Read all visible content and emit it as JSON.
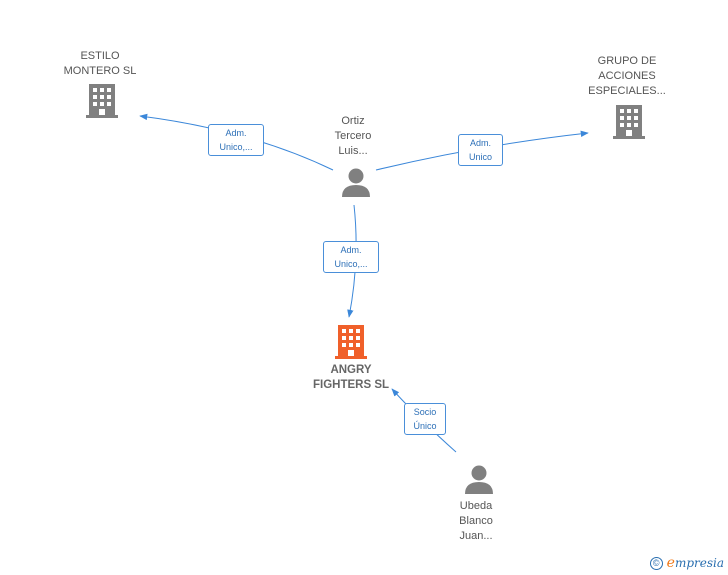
{
  "nodes": {
    "estilo": {
      "lines": [
        "ESTILO",
        "MONTERO  SL"
      ],
      "type": "company"
    },
    "grupo": {
      "lines": [
        "GRUPO DE",
        "ACCIONES",
        "ESPECIALES..."
      ],
      "type": "company"
    },
    "ortiz": {
      "lines": [
        "Ortiz",
        "Tercero",
        "Luis..."
      ],
      "type": "person"
    },
    "angry": {
      "lines": [
        "ANGRY",
        "FIGHTERS  SL"
      ],
      "type": "company",
      "highlight": true
    },
    "ubeda": {
      "lines": [
        "Ubeda",
        "Blanco",
        "Juan..."
      ],
      "type": "person"
    }
  },
  "edges": {
    "ortiz_estilo": {
      "lines": [
        "Adm.",
        "Unico,..."
      ]
    },
    "ortiz_grupo": {
      "lines": [
        "Adm.",
        "Unico"
      ]
    },
    "ortiz_angry": {
      "lines": [
        "Adm.",
        "Unico,..."
      ]
    },
    "ubeda_angry": {
      "lines": [
        "Socio",
        "Único"
      ]
    }
  },
  "colors": {
    "edge": "#3b87d9",
    "company_icon": "#808080",
    "highlight_icon": "#f0602a",
    "person_icon": "#808080"
  },
  "footer": {
    "copyright_symbol": "©",
    "brand_first": "e",
    "brand_rest": "mpresia"
  }
}
